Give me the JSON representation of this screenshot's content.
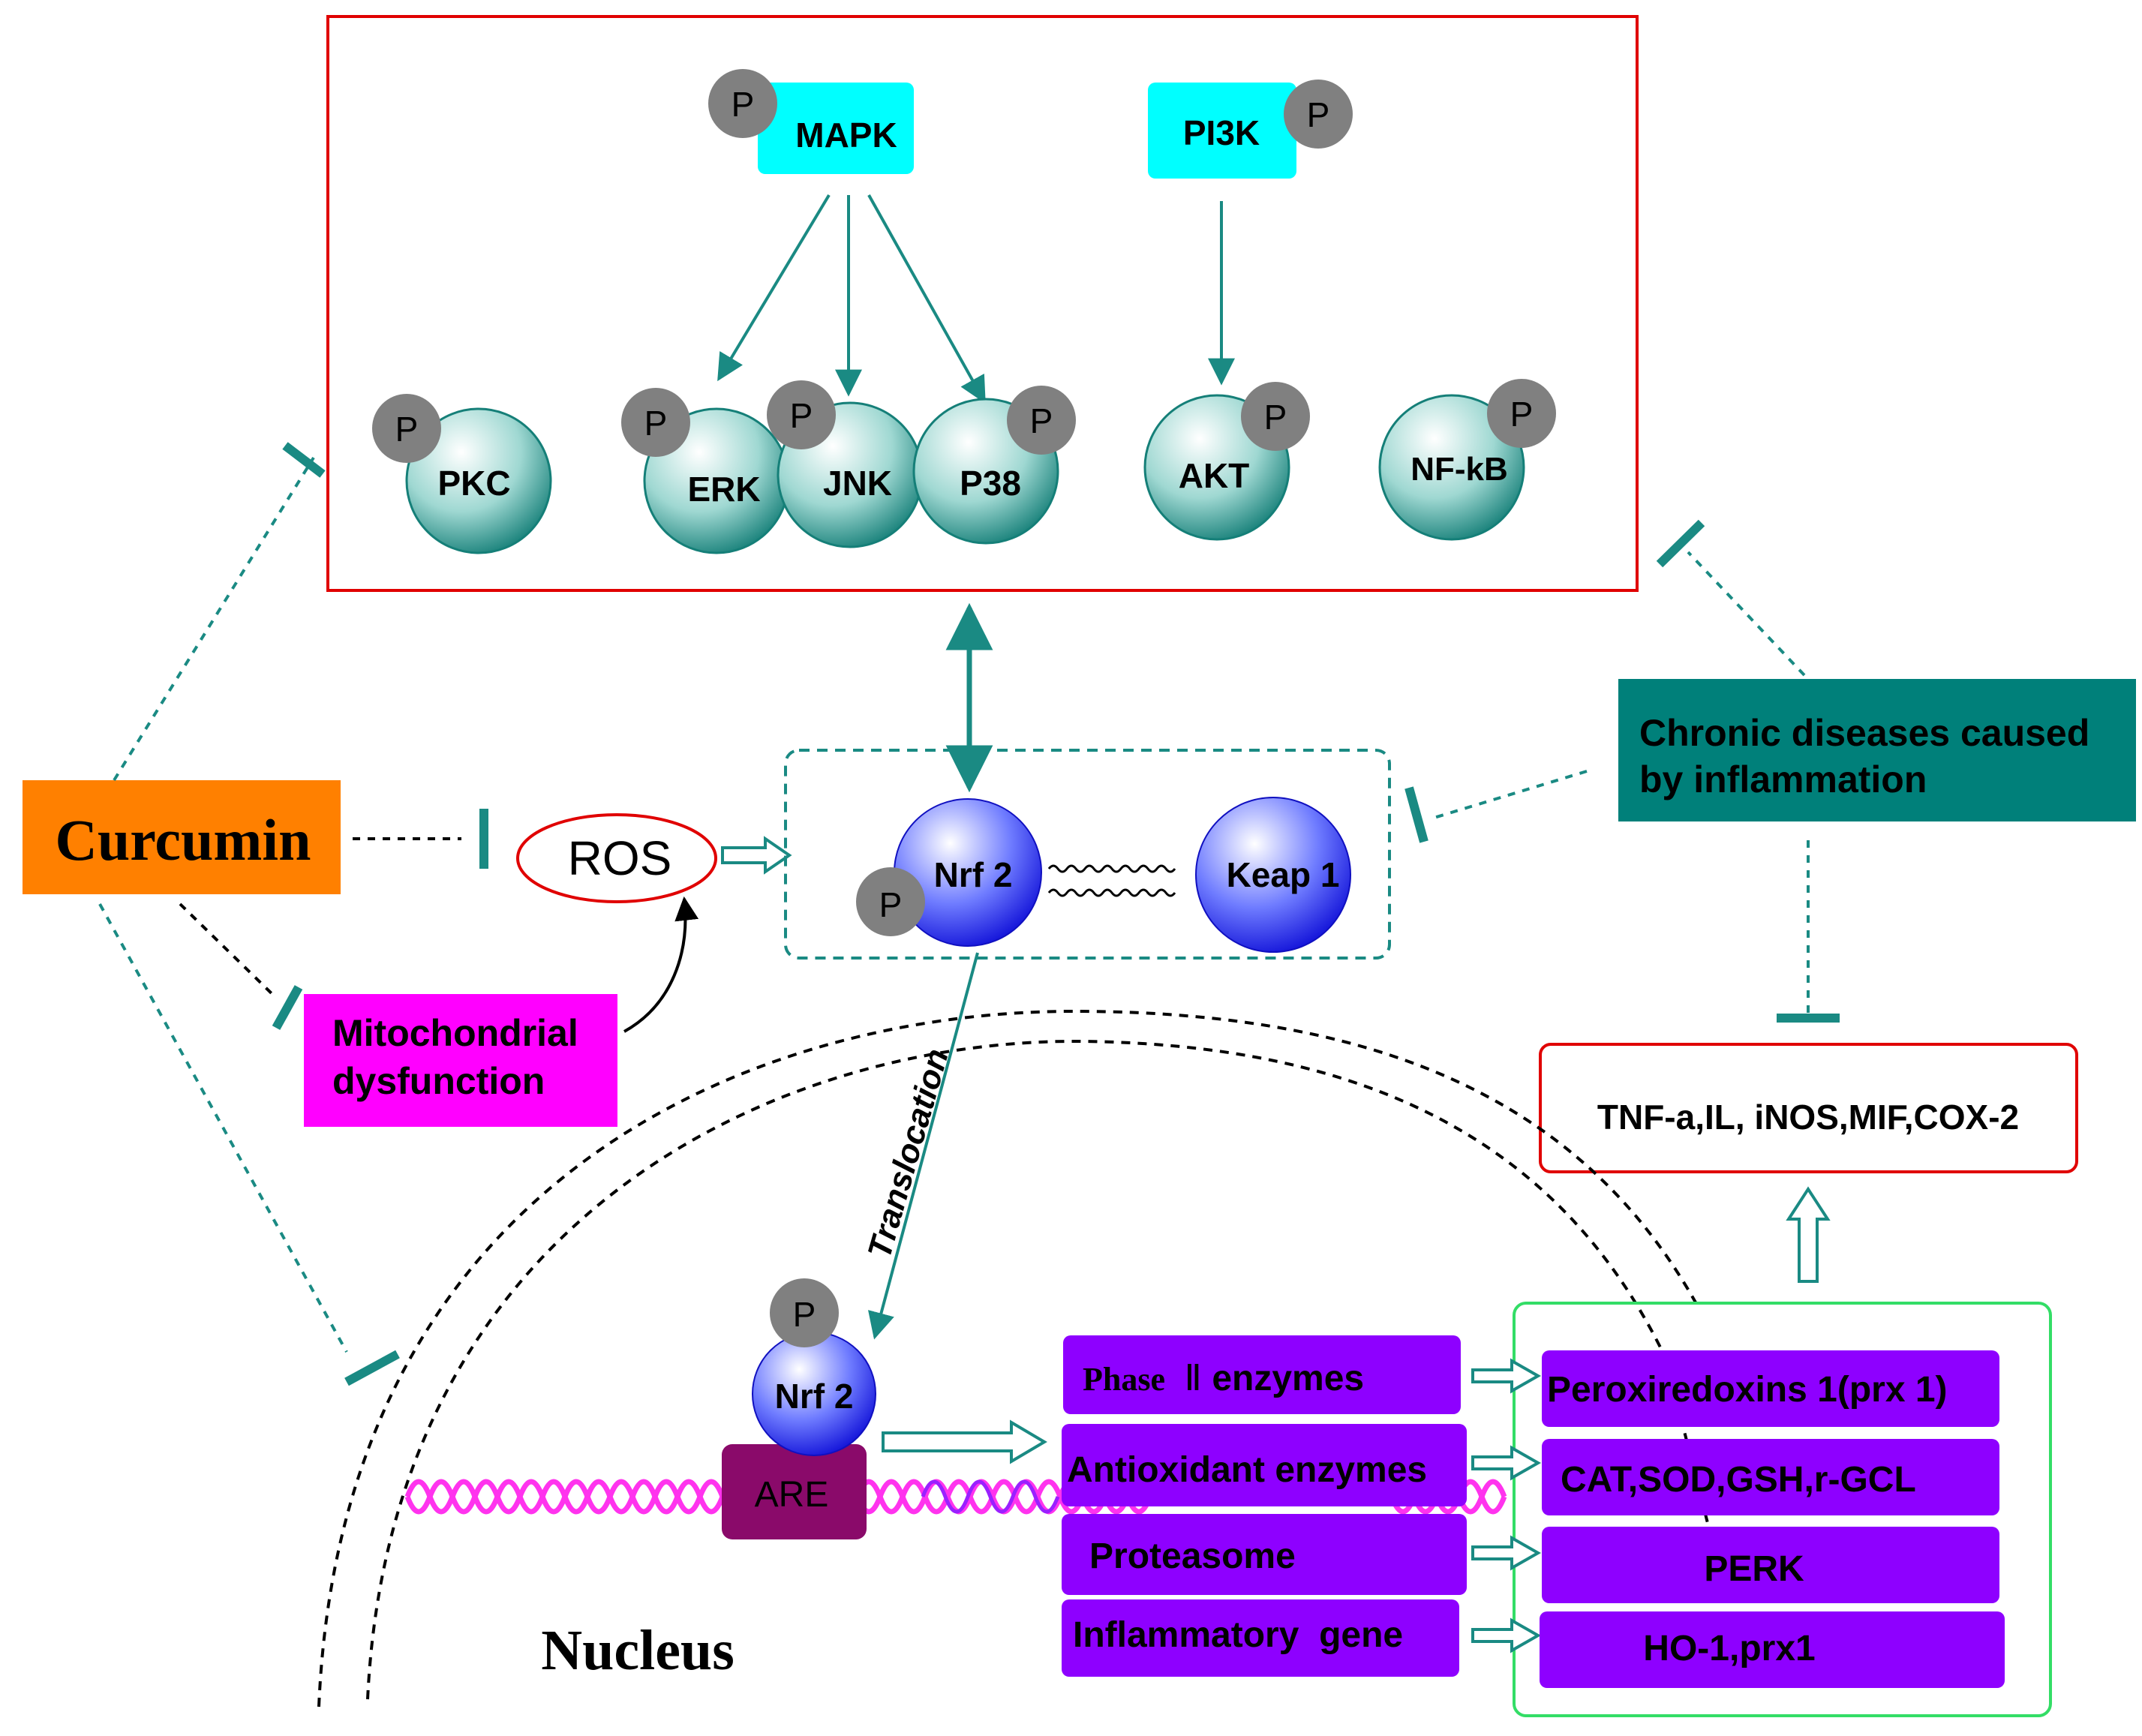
{
  "kinases": {
    "mapk": "MAPK",
    "pi3k": "PI3K",
    "pkc": "PKC",
    "erk": "ERK",
    "jnk": "JNK",
    "p38": "P38",
    "akt": "AKT",
    "nfkb": "NF-kB"
  },
  "phospho_label": "P",
  "curcumin": "Curcumin",
  "ros": "ROS",
  "mito": {
    "line1": "Mitochondrial",
    "line2": "dysfunction"
  },
  "nrf2": "Nrf 2",
  "keap1": "Keap 1",
  "translocation": "Translocation",
  "chronic": {
    "line1": "Chronic diseases caused",
    "line2": "by inflammation"
  },
  "cytokines": "TNF-a,IL, iNOS,MIF,COX-2",
  "are": "ARE",
  "nucleus": "Nucleus",
  "genes": {
    "phase2": {
      "prefix": "Phase",
      "roman": "Ⅱ",
      "suffix": "enzymes"
    },
    "antioxidant": "Antioxidant enzymes",
    "proteasome": "Proteasome",
    "inflammatory": "Inflammatory  gene"
  },
  "products": {
    "prx1": "Peroxiredoxins 1(prx 1)",
    "cat": "CAT,SOD,GSH,r-GCL",
    "perk": "PERK",
    "ho1": "HO-1,prx1"
  },
  "colors": {
    "teal": "#1a8a83",
    "cyan_box": "#00ffff",
    "orange": "#ff8000",
    "magenta": "#ff00ff",
    "purple": "#8e00ff",
    "dark_teal": "#00807a",
    "red": "#e00000",
    "green": "#33dd66",
    "are": "#8a0a6a",
    "phospho": "#808080"
  }
}
